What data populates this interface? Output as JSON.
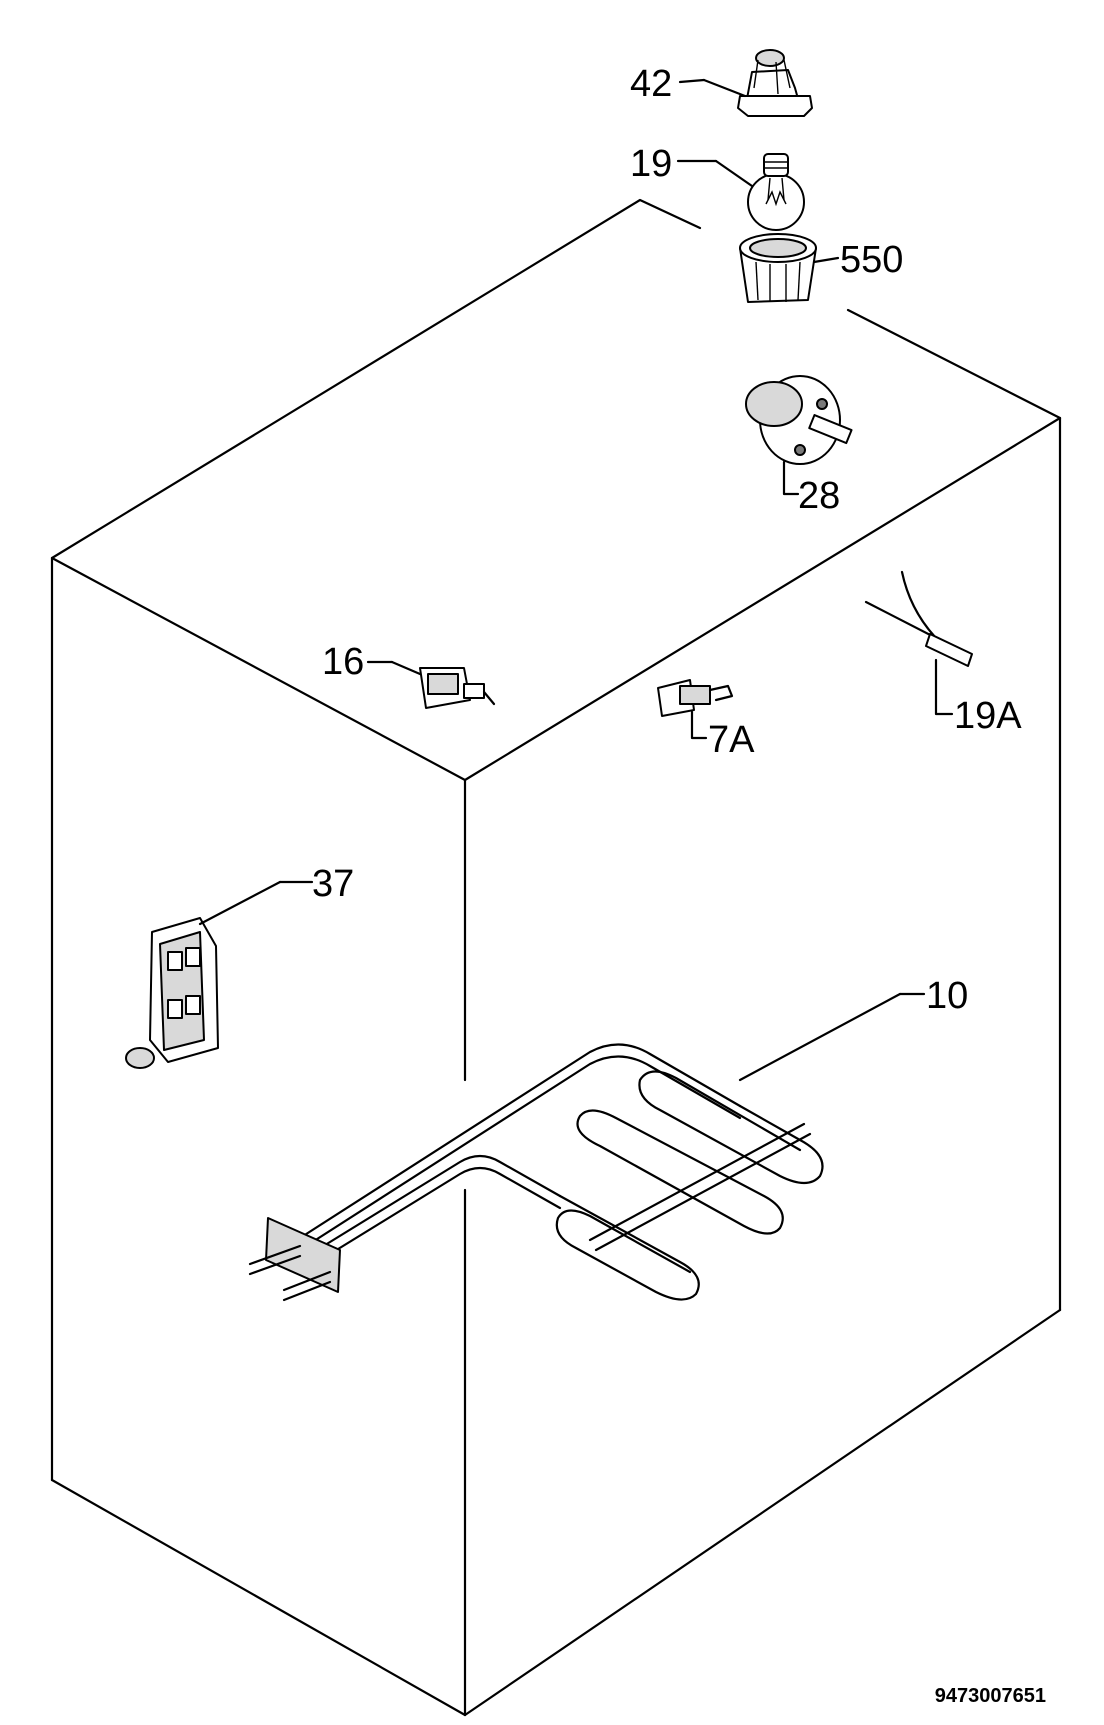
{
  "diagram": {
    "document_number": "9473007651",
    "parts": [
      {
        "id": "p42",
        "label": "42"
      },
      {
        "id": "p19",
        "label": "19"
      },
      {
        "id": "p550",
        "label": "550"
      },
      {
        "id": "p28",
        "label": "28"
      },
      {
        "id": "p16",
        "label": "16"
      },
      {
        "id": "p7a",
        "label": "7A"
      },
      {
        "id": "p19a",
        "label": "19A"
      },
      {
        "id": "p37",
        "label": "37"
      },
      {
        "id": "p10",
        "label": "10"
      }
    ]
  }
}
